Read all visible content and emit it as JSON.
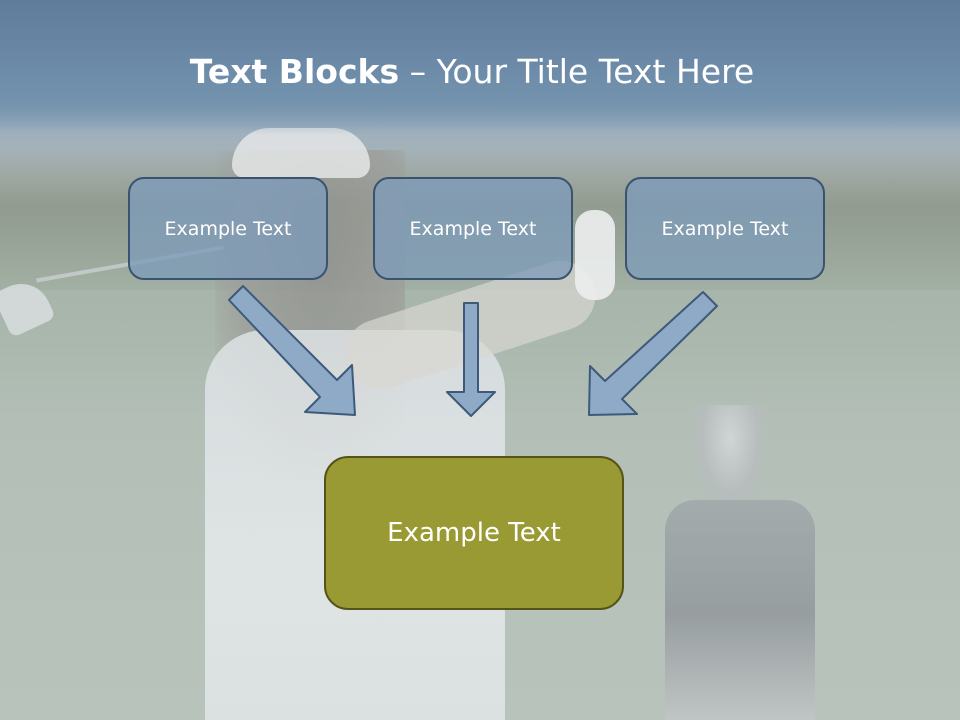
{
  "title": {
    "bold": "Text Blocks",
    "dash": " – ",
    "rest": "Your Title Text Here"
  },
  "blocks": [
    {
      "label": "Example Text"
    },
    {
      "label": "Example Text"
    },
    {
      "label": "Example Text"
    }
  ],
  "target_block": {
    "label": "Example Text"
  },
  "colors": {
    "title_band": "#6a87a4",
    "small_box_fill": "#7e9bb9",
    "small_box_border": "#3a5370",
    "big_box_fill": "#9a9a34",
    "big_box_border": "#545418",
    "arrow_fill": "#8eaac6",
    "arrow_stroke": "#3d5a7a"
  }
}
